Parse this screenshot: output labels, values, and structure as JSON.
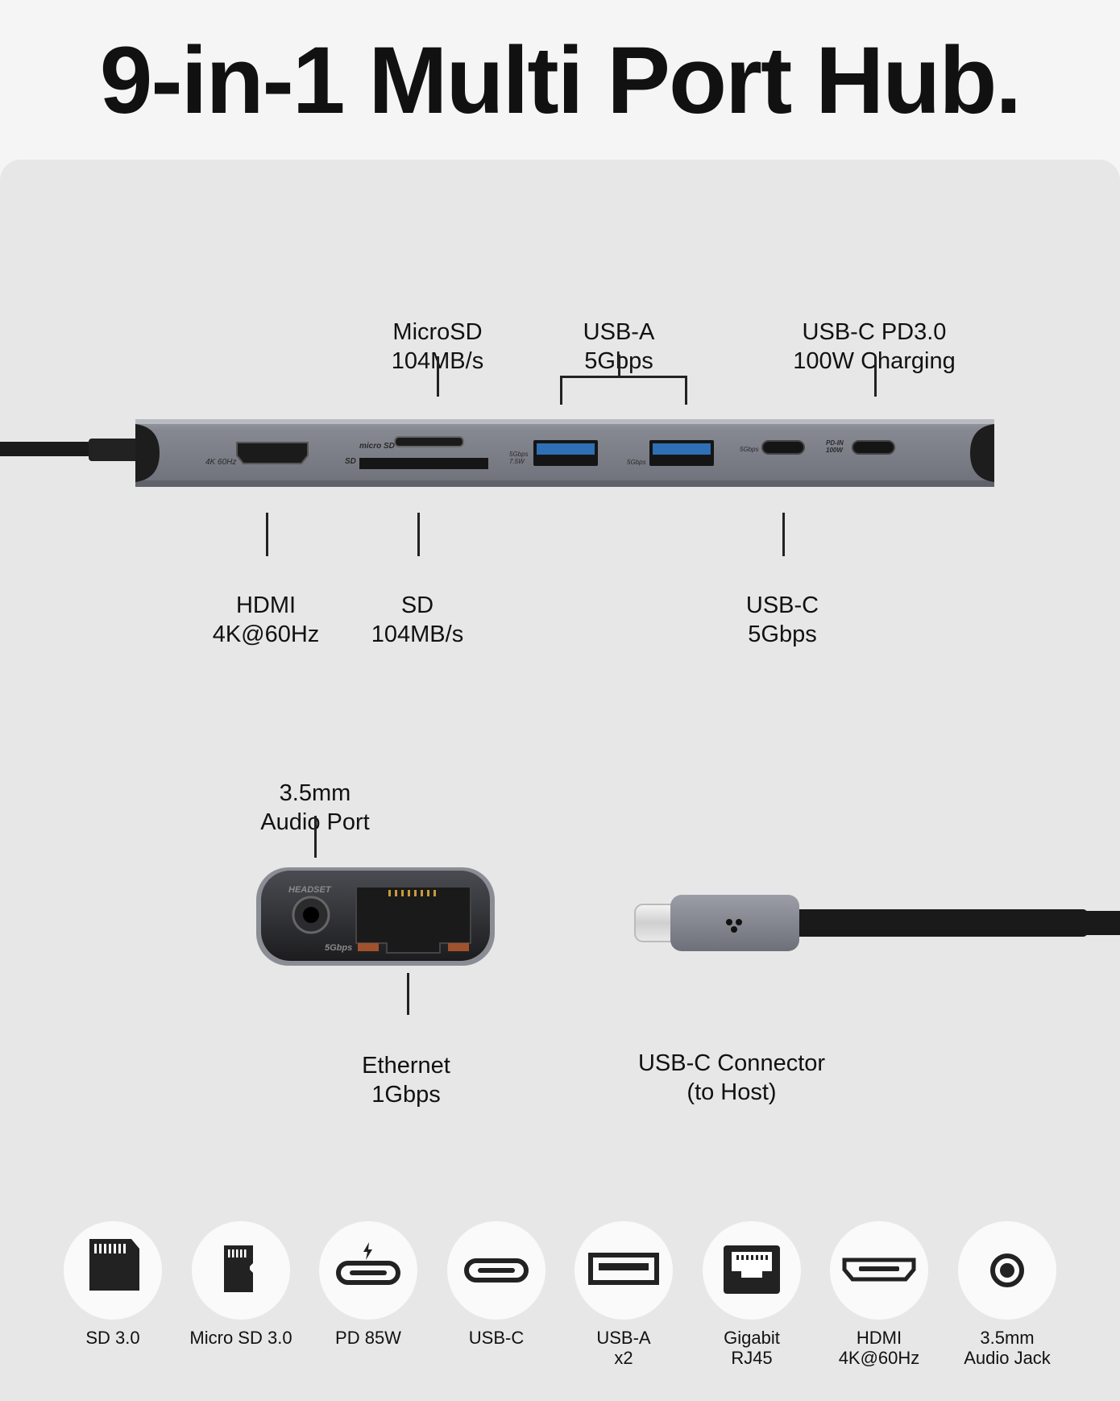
{
  "header": {
    "title": "9-in-1 Multi Port Hub."
  },
  "hub_labels": {
    "microsd": [
      "MicroSD",
      "104MB/s"
    ],
    "usba": [
      "USB-A",
      "5Gbps"
    ],
    "usbc_pd": [
      "USB-C PD3.0",
      "100W Charging"
    ],
    "hdmi": [
      "HDMI",
      "4K@60Hz"
    ],
    "sd": [
      "SD",
      "104MB/s"
    ],
    "usbc": [
      "USB-C",
      "5Gbps"
    ]
  },
  "hub_engravings": {
    "hdmi": "4K 60Hz",
    "microsd": "micro SD",
    "sd": "SD",
    "usba1": "5Gbps 7.5W",
    "usba2": "5Gbps",
    "usbc": "5Gbps",
    "pd": "PD-IN 100W"
  },
  "side_labels": {
    "audio": [
      "3.5mm",
      "Audio Port"
    ],
    "ethernet": [
      "Ethernet",
      "1Gbps"
    ],
    "connector": [
      "USB-C Connector",
      "(to Host)"
    ]
  },
  "side_engravings": {
    "headset": "HEADSET",
    "speed": "5Gbps"
  },
  "port_icons": [
    {
      "icon": "sd-card-icon",
      "label": [
        "SD 3.0"
      ]
    },
    {
      "icon": "micro-sd-card-icon",
      "label": [
        "Micro SD 3.0"
      ]
    },
    {
      "icon": "usb-c-pd-icon",
      "label": [
        "PD 85W"
      ]
    },
    {
      "icon": "usb-c-icon",
      "label": [
        "USB-C"
      ]
    },
    {
      "icon": "usb-a-icon",
      "label": [
        "USB-A",
        "x2"
      ]
    },
    {
      "icon": "rj45-icon",
      "label": [
        "Gigabit",
        "RJ45"
      ]
    },
    {
      "icon": "hdmi-icon",
      "label": [
        "HDMI",
        "4K@60Hz"
      ]
    },
    {
      "icon": "audio-jack-icon",
      "label": [
        "3.5mm",
        "Audio Jack"
      ]
    }
  ],
  "colors": {
    "background": "#f5f5f5",
    "panel": "#e7e7e7",
    "hub_body": "#7d8089",
    "port": "#1b1b1b",
    "usb_a_insert": "#2f6fb5"
  }
}
